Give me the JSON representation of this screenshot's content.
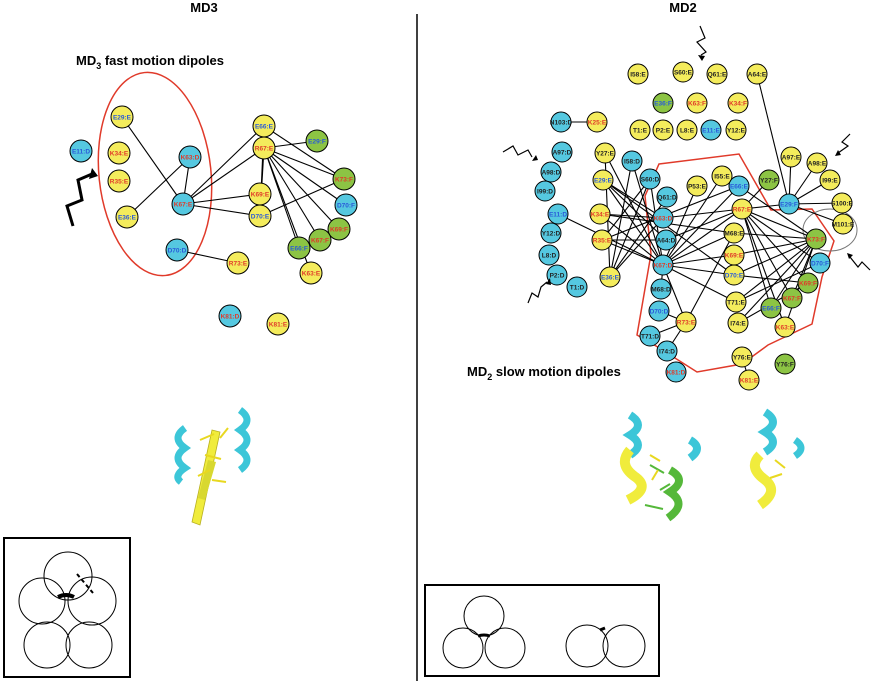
{
  "header": {
    "left_title": "MD3",
    "right_title": "MD2"
  },
  "labels": {
    "fast": {
      "pre": "MD",
      "sub": "3",
      "post": " fast motion dipoles"
    },
    "slow": {
      "pre": "MD",
      "sub": "2",
      "post": " slow motion dipoles"
    }
  },
  "colors": {
    "cyan": "#55c8e0",
    "yellow": "#f4ec5c",
    "green": "#8cc444",
    "edge": "#000000",
    "outline": "#e03a2a",
    "text_blue": "#2a5ad8",
    "text_red": "#e03a2a"
  },
  "md3": {
    "nodes": [
      {
        "id": "E11",
        "label": "E11:D",
        "color": "cyan",
        "text": "blue"
      },
      {
        "id": "E29",
        "label": "E29:E",
        "color": "yellow",
        "text": "blue"
      },
      {
        "id": "K34",
        "label": "K34:E",
        "color": "yellow",
        "text": "red"
      },
      {
        "id": "R35",
        "label": "R35:E",
        "color": "yellow",
        "text": "red"
      },
      {
        "id": "E36",
        "label": "E36:E",
        "color": "yellow",
        "text": "blue"
      },
      {
        "id": "K63D",
        "label": "K63:D",
        "color": "cyan",
        "text": "red"
      },
      {
        "id": "K67",
        "label": "K67:E",
        "color": "cyan",
        "text": "red"
      },
      {
        "id": "E66",
        "label": "E66:E",
        "color": "yellow",
        "text": "blue"
      },
      {
        "id": "R67",
        "label": "R67:E",
        "color": "yellow",
        "text": "red"
      },
      {
        "id": "E29F",
        "label": "E29:F",
        "color": "green",
        "text": "blue"
      },
      {
        "id": "K69",
        "label": "K69:E",
        "color": "yellow",
        "text": "red"
      },
      {
        "id": "D70E",
        "label": "D70:E",
        "color": "yellow",
        "text": "blue"
      },
      {
        "id": "K73F",
        "label": "K73:F",
        "color": "green",
        "text": "red"
      },
      {
        "id": "D70F",
        "label": "D70:F",
        "color": "cyan",
        "text": "blue"
      },
      {
        "id": "D70D",
        "label": "D70:D",
        "color": "cyan",
        "text": "blue"
      },
      {
        "id": "K69F",
        "label": "K69:F",
        "color": "green",
        "text": "red"
      },
      {
        "id": "R73",
        "label": "R73:E",
        "color": "yellow",
        "text": "red"
      },
      {
        "id": "E66F",
        "label": "E66:F",
        "color": "green",
        "text": "blue"
      },
      {
        "id": "K67F",
        "label": "K67:F",
        "color": "green",
        "text": "red"
      },
      {
        "id": "K63E",
        "label": "K63:E",
        "color": "yellow",
        "text": "red"
      },
      {
        "id": "K81D",
        "label": "K81:D",
        "color": "cyan",
        "text": "red"
      },
      {
        "id": "K81E",
        "label": "K81:E",
        "color": "yellow",
        "text": "red"
      }
    ]
  },
  "md2": {
    "nodes": [
      {
        "id": "I58",
        "label": "I58:E",
        "color": "yellow",
        "text": "black"
      },
      {
        "id": "S60",
        "label": "S60:E",
        "color": "yellow",
        "text": "black"
      },
      {
        "id": "Q61",
        "label": "Q61:E",
        "color": "yellow",
        "text": "black"
      },
      {
        "id": "A64",
        "label": "A64:E",
        "color": "yellow",
        "text": "black"
      },
      {
        "id": "N103",
        "label": "N103:D",
        "color": "cyan",
        "text": "black"
      },
      {
        "id": "K25",
        "label": "K25:E",
        "color": "yellow",
        "text": "red"
      },
      {
        "id": "E36F",
        "label": "E36:F",
        "color": "green",
        "text": "blue"
      },
      {
        "id": "K63F",
        "label": "K63:F",
        "color": "yellow",
        "text": "red"
      },
      {
        "id": "K34F",
        "label": "K34:F",
        "color": "yellow",
        "text": "red"
      },
      {
        "id": "T1E",
        "label": "T1:E",
        "color": "yellow",
        "text": "black"
      },
      {
        "id": "P2E",
        "label": "P2:E",
        "color": "yellow",
        "text": "black"
      },
      {
        "id": "L8E",
        "label": "L8:E",
        "color": "yellow",
        "text": "black"
      },
      {
        "id": "E11E",
        "label": "E11:E",
        "color": "cyan",
        "text": "blue"
      },
      {
        "id": "Y12E",
        "label": "Y12:E",
        "color": "yellow",
        "text": "black"
      },
      {
        "id": "A97D",
        "label": "A97:D",
        "color": "cyan",
        "text": "black"
      },
      {
        "id": "Y27E",
        "label": "Y27:E",
        "color": "yellow",
        "text": "black"
      },
      {
        "id": "I58D",
        "label": "I58:D",
        "color": "cyan",
        "text": "black"
      },
      {
        "id": "A98D",
        "label": "A98:D",
        "color": "cyan",
        "text": "black"
      },
      {
        "id": "E29E",
        "label": "E29:E",
        "color": "yellow",
        "text": "blue"
      },
      {
        "id": "S60D",
        "label": "S60:D",
        "color": "cyan",
        "text": "black"
      },
      {
        "id": "I99D",
        "label": "I99:D",
        "color": "cyan",
        "text": "black"
      },
      {
        "id": "E11D",
        "label": "E11:D",
        "color": "cyan",
        "text": "blue"
      },
      {
        "id": "K34E",
        "label": "K34:E",
        "color": "yellow",
        "text": "red"
      },
      {
        "id": "Y12D",
        "label": "Y12:D",
        "color": "cyan",
        "text": "black"
      },
      {
        "id": "R35E",
        "label": "R35:E",
        "color": "yellow",
        "text": "red"
      },
      {
        "id": "L8D",
        "label": "L8:D",
        "color": "cyan",
        "text": "black"
      },
      {
        "id": "P2D",
        "label": "P2:D",
        "color": "cyan",
        "text": "black"
      },
      {
        "id": "E36E",
        "label": "E36:E",
        "color": "yellow",
        "text": "blue"
      },
      {
        "id": "T1D",
        "label": "T1:D",
        "color": "cyan",
        "text": "black"
      },
      {
        "id": "Q61D",
        "label": "Q61:D",
        "color": "cyan",
        "text": "black"
      },
      {
        "id": "P53E",
        "label": "P53:E",
        "color": "yellow",
        "text": "black"
      },
      {
        "id": "I55E",
        "label": "I55:E",
        "color": "yellow",
        "text": "black"
      },
      {
        "id": "E66E",
        "label": "E66:E",
        "color": "cyan",
        "text": "blue"
      },
      {
        "id": "K63D",
        "label": "K63:D",
        "color": "cyan",
        "text": "red"
      },
      {
        "id": "R67E",
        "label": "R67:E",
        "color": "yellow",
        "text": "red"
      },
      {
        "id": "A64D",
        "label": "A64:D",
        "color": "cyan",
        "text": "black"
      },
      {
        "id": "M68E",
        "label": "M68:E",
        "color": "yellow",
        "text": "black"
      },
      {
        "id": "K67D",
        "label": "K67:D",
        "color": "cyan",
        "text": "red"
      },
      {
        "id": "K69E",
        "label": "K69:E",
        "color": "yellow",
        "text": "red"
      },
      {
        "id": "D70E",
        "label": "D70:E",
        "color": "yellow",
        "text": "blue"
      },
      {
        "id": "M68D",
        "label": "M68:D",
        "color": "cyan",
        "text": "black"
      },
      {
        "id": "T71E",
        "label": "T71:E",
        "color": "yellow",
        "text": "black"
      },
      {
        "id": "D70D",
        "label": "D70:D",
        "color": "cyan",
        "text": "blue"
      },
      {
        "id": "R73E",
        "label": "R73:E",
        "color": "yellow",
        "text": "red"
      },
      {
        "id": "I74E",
        "label": "I74:E",
        "color": "yellow",
        "text": "black"
      },
      {
        "id": "T71D",
        "label": "T71:D",
        "color": "cyan",
        "text": "black"
      },
      {
        "id": "I74D",
        "label": "I74:D",
        "color": "cyan",
        "text": "black"
      },
      {
        "id": "K81D",
        "label": "K81:D",
        "color": "cyan",
        "text": "red"
      },
      {
        "id": "Y76E",
        "label": "Y76:E",
        "color": "yellow",
        "text": "black"
      },
      {
        "id": "K81E",
        "label": "K81:E",
        "color": "yellow",
        "text": "red"
      },
      {
        "id": "Y76F",
        "label": "Y76:F",
        "color": "green",
        "text": "black"
      },
      {
        "id": "A97E",
        "label": "A97:E",
        "color": "yellow",
        "text": "black"
      },
      {
        "id": "A98E",
        "label": "A98:E",
        "color": "yellow",
        "text": "black"
      },
      {
        "id": "Y27F",
        "label": "Y27:F",
        "color": "green",
        "text": "black"
      },
      {
        "id": "E29F",
        "label": "E29:F",
        "color": "cyan",
        "text": "blue"
      },
      {
        "id": "I99E",
        "label": "I99:E",
        "color": "yellow",
        "text": "black"
      },
      {
        "id": "S100E",
        "label": "S100:E",
        "color": "yellow",
        "text": "black"
      },
      {
        "id": "M101E",
        "label": "M101:E",
        "color": "yellow",
        "text": "black"
      },
      {
        "id": "K73F",
        "label": "K73:F",
        "color": "green",
        "text": "red"
      },
      {
        "id": "D70F",
        "label": "D70:F",
        "color": "cyan",
        "text": "blue"
      },
      {
        "id": "K69F",
        "label": "K69:F",
        "color": "green",
        "text": "red"
      },
      {
        "id": "E66F",
        "label": "E66:F",
        "color": "green",
        "text": "blue"
      },
      {
        "id": "K67F",
        "label": "K67:F",
        "color": "green",
        "text": "red"
      },
      {
        "id": "K63E",
        "label": "K63:E",
        "color": "yellow",
        "text": "red"
      }
    ]
  }
}
